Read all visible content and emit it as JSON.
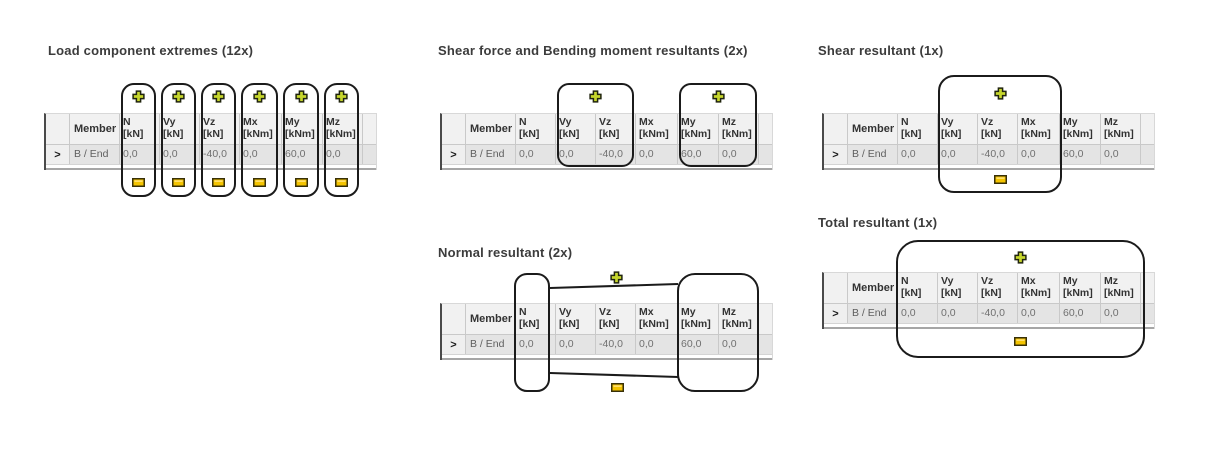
{
  "panels": [
    {
      "id": "load-component-extremes",
      "title": "Load component extremes (12x)",
      "groups": [
        {
          "cols": [
            "N"
          ],
          "plus": true,
          "minus": true
        },
        {
          "cols": [
            "Vy"
          ],
          "plus": true,
          "minus": true
        },
        {
          "cols": [
            "Vz"
          ],
          "plus": true,
          "minus": true
        },
        {
          "cols": [
            "Mx"
          ],
          "plus": true,
          "minus": true
        },
        {
          "cols": [
            "My"
          ],
          "plus": true,
          "minus": true
        },
        {
          "cols": [
            "Mz"
          ],
          "plus": true,
          "minus": true
        }
      ]
    },
    {
      "id": "shear-bending-moment-resultants",
      "title": "Shear force and Bending moment resultants (2x)",
      "groups": [
        {
          "cols": [
            "Vy",
            "Vz"
          ],
          "plus": true,
          "minus": false
        },
        {
          "cols": [
            "My",
            "Mz"
          ],
          "plus": true,
          "minus": false
        }
      ]
    },
    {
      "id": "shear-resultant",
      "title": "Shear resultant (1x)",
      "groups": [
        {
          "cols": [
            "Vy",
            "Vz",
            "Mx"
          ],
          "plus": true,
          "minus": true
        }
      ]
    },
    {
      "id": "normal-resultant",
      "title": "Normal resultant (2x)",
      "groups": [
        {
          "split": true,
          "cols_left": [
            "N"
          ],
          "cols_right": [
            "My",
            "Mz"
          ],
          "plus": true,
          "minus": true
        }
      ]
    },
    {
      "id": "total-resultant",
      "title": "Total resultant (1x)",
      "groups": [
        {
          "cols": [
            "N",
            "Vy",
            "Vz",
            "Mx",
            "My",
            "Mz"
          ],
          "plus": true,
          "minus": true
        }
      ]
    }
  ],
  "table": {
    "expander_glyph": ">",
    "columns": [
      {
        "id": "member",
        "label": "Member",
        "unit": ""
      },
      {
        "id": "N",
        "label": "N",
        "unit": "[kN]"
      },
      {
        "id": "Vy",
        "label": "Vy",
        "unit": "[kN]"
      },
      {
        "id": "Vz",
        "label": "Vz",
        "unit": "[kN]"
      },
      {
        "id": "Mx",
        "label": "Mx",
        "unit": "[kNm]"
      },
      {
        "id": "My",
        "label": "My",
        "unit": "[kNm]"
      },
      {
        "id": "Mz",
        "label": "Mz",
        "unit": "[kNm]"
      }
    ],
    "row": {
      "member": "B / End",
      "N": "0,0",
      "Vy": "0,0",
      "Vz": "-40,0",
      "Mx": "0,0",
      "My": "60,0",
      "Mz": "0,0"
    }
  },
  "icons": {
    "group_max": "plus-icon",
    "group_min": "minus-icon",
    "row_expander": "chevron-right-icon"
  },
  "colors": {
    "outline": "#1b1b1b",
    "plus_fill": "#c6d62c",
    "minus_fill": "#f4c400",
    "header_bg": "#f1f1f1",
    "row_bg": "#e4e4e4",
    "table_left_border": "#4a4a4a",
    "title_text": "#3c3c3c",
    "value_text": "#707070"
  }
}
